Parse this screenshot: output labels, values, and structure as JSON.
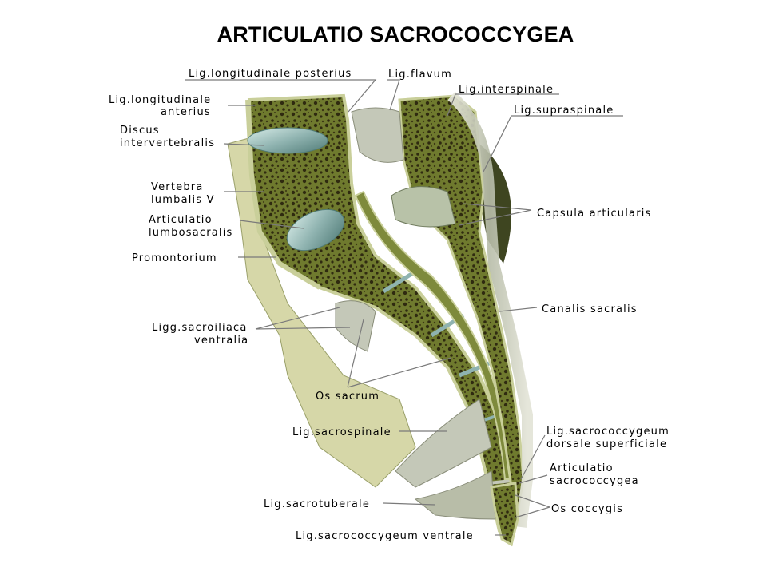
{
  "title": "ARTICULATIO SACROCOCCYGEA",
  "labels": {
    "lig_long_posterius": "Lig.longitudinale posterius",
    "lig_flavum": "Lig.flavum",
    "lig_interspinale": "Lig.interspinale",
    "lig_long_anterius_1": "Lig.longitudinale",
    "lig_long_anterius_2": "anterius",
    "lig_supraspinale": "Lig.supraspinale",
    "discus_1": "Discus",
    "discus_2": "intervertebralis",
    "vertebra_1": "Vertebra",
    "vertebra_2": "lumbalis V",
    "art_lumbosacralis_1": "Articulatio",
    "art_lumbosacralis_2": "lumbosacralis",
    "capsula_articularis": "Capsula articularis",
    "promontorium": "Promontorium",
    "canalis_sacralis": "Canalis sacralis",
    "ligg_sacroiliaca_1": "Ligg.sacroiliaca",
    "ligg_sacroiliaca_2": "ventralia",
    "os_sacrum": "Os sacrum",
    "lig_sacrospinale": "Lig.sacrospinale",
    "lig_sacrococc_dorsale_1": "Lig.sacrococcygeum",
    "lig_sacrococc_dorsale_2": "dorsale  superficiale",
    "art_sacrococcygea_1": "Articulatio",
    "art_sacrococcygea_2": "sacrococcygea",
    "lig_sacrotuberale": "Lig.sacrotuberale",
    "os_coccygis": "Os coccygis",
    "lig_sacrococc_ventrale": "Lig.sacrococcygeum ventrale"
  },
  "colors": {
    "bone_spongy": "#6f7a2e",
    "bone_dark_pores": "#2f2a10",
    "cortex": "#c9cf9a",
    "ligament": "#c4c8b8",
    "disc": "#8fb3b0",
    "background_tissue": "#d6d7a8",
    "canal": "#7e8a3c"
  }
}
